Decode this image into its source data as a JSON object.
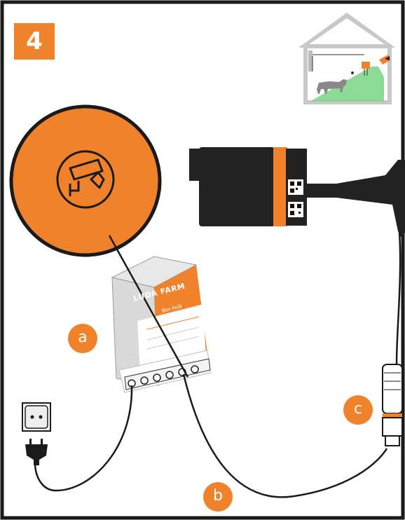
{
  "step_number": "4",
  "callouts": {
    "a": "a",
    "b": "b",
    "c": "c"
  },
  "hub": {
    "brand": "LUDA FARM",
    "model": "Box Hub"
  },
  "colors": {
    "accent": "#f0822b",
    "frame": "#1a1a1a",
    "device": "#222222",
    "barn_roof": "#c8c8c8",
    "barn_floor": "#7fd68a"
  },
  "icons": {
    "camera_zoom": "security-camera-icon",
    "socket": "power-socket-icon",
    "plug": "power-plug-icon"
  }
}
